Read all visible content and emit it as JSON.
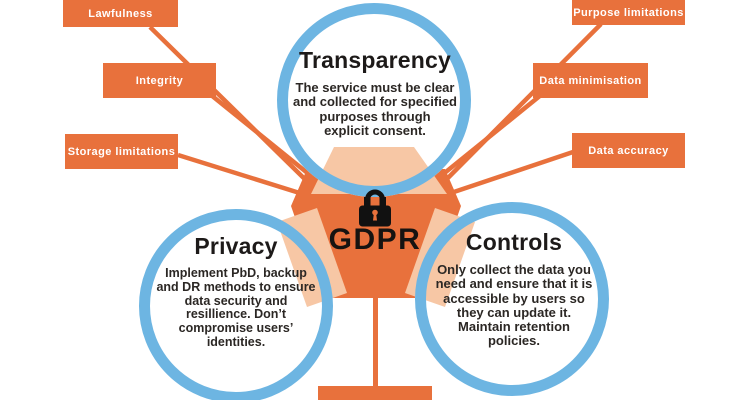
{
  "figure": {
    "center_label": "GDPR",
    "center_icon": "lock-icon"
  },
  "colors": {
    "orange": "#e8713c",
    "peach": "#f7c7a5",
    "blue": "#6db5e2",
    "ink": "#262220",
    "white": "#ffffff"
  },
  "circles": {
    "transparency": {
      "title": "Transparency",
      "body": "The service must be clear\nand collected for specified\npurposes through\nexplicit consent."
    },
    "privacy": {
      "title": "Privacy",
      "body": "Implement PbD, backup\nand DR methods to ensure\ndata security and\nresillience. Don’t\ncompromise users’\nidentities."
    },
    "controls": {
      "title": "Controls",
      "body": "Only collect the data you\nneed and ensure that it is\naccessible by users so\nthey can update it.\nMaintain retention\npolicies."
    }
  },
  "principle_labels": {
    "left": [
      "Lawfulness",
      "Integrity",
      "Storage limitations"
    ],
    "right": [
      "Purpose limitations",
      "Data minimisation",
      "Data accuracy"
    ]
  }
}
